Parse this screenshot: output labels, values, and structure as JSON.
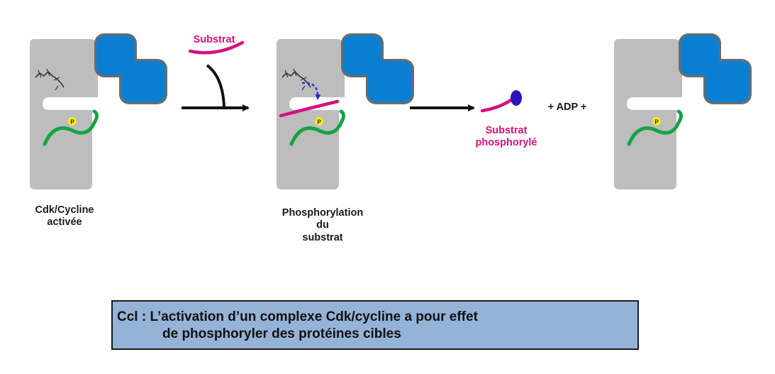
{
  "labels": {
    "cdk_activee_1": "Cdk/Cycline",
    "cdk_activee_2": "activée",
    "phospho_1": "Phosphorylation",
    "phospho_2": "du",
    "phospho_3": "substrat",
    "substrat": "Substrat",
    "substrat_phospho_1": "Substrat",
    "substrat_phospho_2": "phosphorylé",
    "adp": "+ ADP +",
    "p_marker": "P"
  },
  "conclusion": {
    "line1": "Ccl : L’activation d’un complexe Cdk/cycline a pour effet",
    "line2": "de phosphoryler des protéines cibles"
  },
  "colors": {
    "cdk": "#bdbdbd",
    "cycline": "#0a7fd2",
    "cycline_edge": "#6b6b6b",
    "t_loop": "#16a343",
    "phosphate": "#f4ea1a",
    "substrat": "#d4127e",
    "arrow_atp": "#2b2ad1",
    "conclusion_bg": "#95b3d7"
  }
}
